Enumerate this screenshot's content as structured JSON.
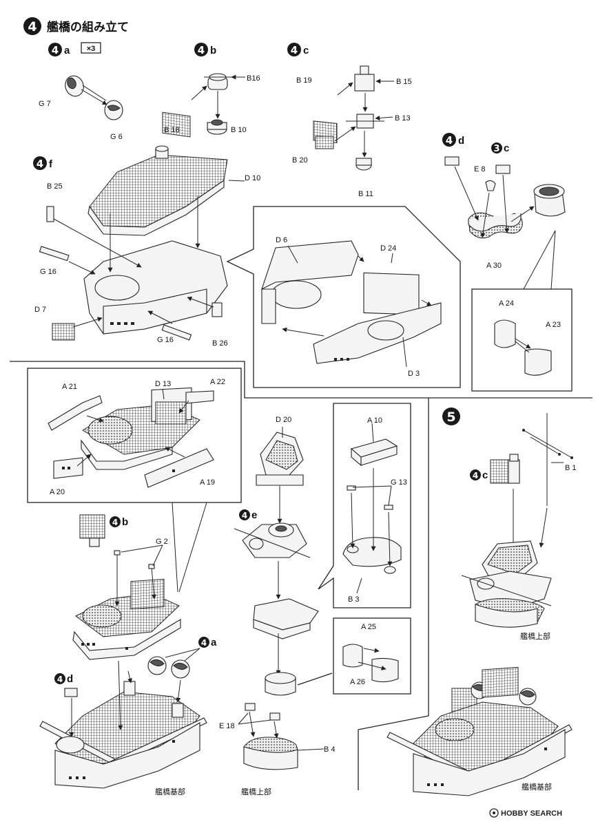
{
  "step4": {
    "number": "4",
    "title": "艦橋の組み立て"
  },
  "step5": {
    "number": "5"
  },
  "sub_steps": {
    "s4a": {
      "num": "4",
      "letter": "a",
      "qty": "×3"
    },
    "s4b": {
      "num": "4",
      "letter": "b"
    },
    "s4c": {
      "num": "4",
      "letter": "c"
    },
    "s4d": {
      "num": "4",
      "letter": "d"
    },
    "s3c": {
      "num": "3",
      "letter": "c"
    },
    "s4f": {
      "num": "4",
      "letter": "f"
    },
    "s4b_ref": {
      "num": "4",
      "letter": "b"
    },
    "s4a_ref": {
      "num": "4",
      "letter": "a"
    },
    "s4d_ref": {
      "num": "4",
      "letter": "d"
    },
    "s4e": {
      "num": "4",
      "letter": "e"
    },
    "s4c_ref": {
      "num": "4",
      "letter": "c"
    }
  },
  "part_labels": {
    "g7": "G 7",
    "g6": "G 6",
    "b16": "B16",
    "b18": "B 18",
    "b10": "B 10",
    "b19": "B 19",
    "b15": "B 15",
    "b13": "B 13",
    "b20": "B 20",
    "b11": "B 11",
    "e8": "E 8",
    "a30": "A 30",
    "b25": "B 25",
    "d10": "D 10",
    "g16a": "G 16",
    "g16b": "G 16",
    "d7": "D 7",
    "b26": "B 26",
    "d6": "D 6",
    "d24": "D 24",
    "d3": "D 3",
    "a24": "A 24",
    "a23": "A 23",
    "a21": "A 21",
    "d13": "D 13",
    "a22": "A 22",
    "a20": "A 20",
    "a19": "A 19",
    "g2": "G 2",
    "d20": "D 20",
    "a10": "A 10",
    "g13": "G 13",
    "b3": "B 3",
    "a25": "A 25",
    "a26": "A 26",
    "e18": "E 18",
    "b4": "B 4",
    "b1": "B 1"
  },
  "captions": {
    "base_left": "艦橋基部",
    "upper_mid": "艦橋上部",
    "upper_right": "艦橋上部",
    "base_right": "艦橋基部"
  },
  "watermark": {
    "text": "HOBBY SEARCH"
  },
  "colors": {
    "ink": "#111111",
    "paper": "#ffffff",
    "step_badge": "#1a1a1a"
  }
}
